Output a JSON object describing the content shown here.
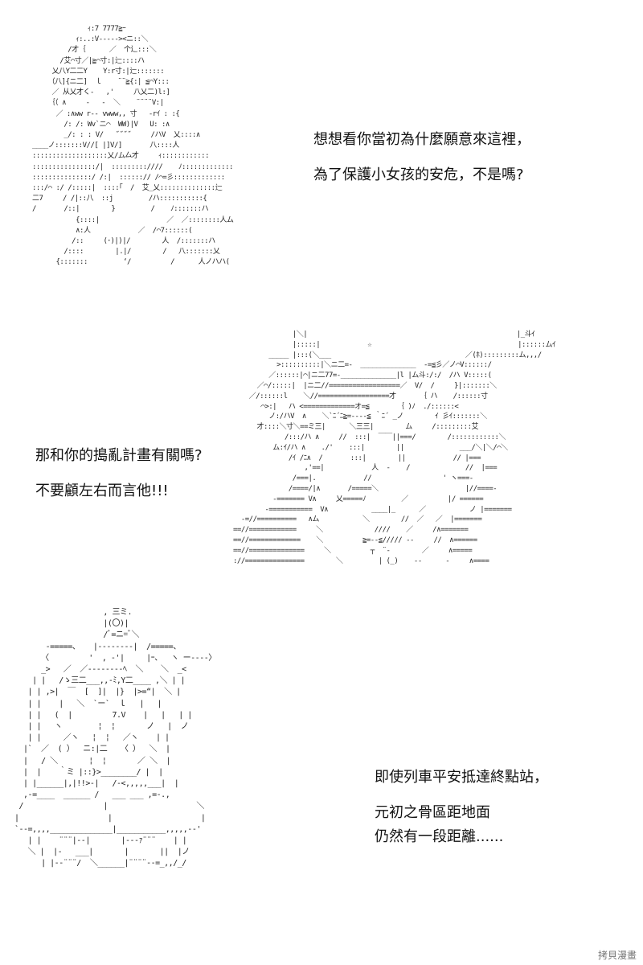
{
  "panels": [
    {
      "ascii_art": "              ｨ:7 7777≧ｰ\n           ｨ:..:V-----><ニ::＼\n         /才｛      ／  个辶:::＼\n       /艾⌒寸／|≧⌒寸:|辷::::ハ\n     乂八Y二二Y    Y:r寸:|辷:::::::\n    （八]{ニ二]  ｌ    ¨¨≧{:| ≦⌒Y:::\n     ／ 从乂才く-   ,'     八乂二)l:]\n    ｛（ ∧     -   -  ＼    ¨¨¨¨V:|\n      ／ :∧ww r-- vwww,, 寸   -rｲ : :{\n        /: /: Wv`ニ⌒  WW)|V   U: :∧\n        _/: : : V/   ˝˝˝˝     /ハV  乂::::∧\n____ノ:::::::V//[ |]V/]       八::::人\n:::::::::::::::::::乂/ム厶才     ｨ::::::::::::\n::::::::::::::::/|  :::::::::////    ﾉ:::::::::::::\n:::::::::::::::/ /:|  ::::::// /⌒=彡:::::::::::::\n:::/⌒ :/ /:::::|  ::::｢  /  艾_乂::::::::::::::辷\n二7     / /|::八  ::j         /ハ:::::::::::{\n/       /::|        }         /    ﾉ:::::::ハ\n           {::::|                 ／  ／::::::::人ム\n           ∧:人            ／  /⌒7::::::(\n          /::     (･)|)|/        人  /:::::::ハ\n        /::::        |.|/        /   八:::::::乂\n      {:::::::         ‘/          /      人ノハハ(",
      "text": []
    },
    {
      "ascii_art": "",
      "text": [
        "想想看你當初為什麼願意來這裡，",
        "為了保護小女孩的安危，不是嗎?"
      ]
    },
    {
      "ascii_art": "               |＼|                                                     |_斗ｲ\n               |:::::|            ☆                                     |::::::ムｲ\n         _____ |:::(＼___                                  ／(ﾎ):::::::::ム,,,/\n           >::::::::::|＼ニ二=-  ______________  -=≦彡／ノ⌒V::::::/\n         ／::::::|⌒|ニ二77=-______________|l |ム斗:/:/  /ハ V:::::(\n      ／⌒/:::::|  |ニ二//==================／  V/  /     }|:::::::＼\n    ／/::::::l    ＼//==================才      ｛ ハ    /::::::寸\n       ⌒>:|   ハ <=============オ=≦       ｛ )ﾉ  ./::::::<\n         ノ:/ハV  ∧    ＼`ﾆ´ﾆ≧=----≦ ｀ﾆ´ _ノ        ｲ 彡ｲ:::::::＼\n      才::::＼寸＼==ミ三|      ＼三三|        ム     /:::::::::艾\n             /:::/ハ ∧     //  :::|  ￣￣||===/        /::::::::::::＼\n          ム:ｲ/ハ ∧    ./'    :::|        ||              ___/＼|＼/⌒＼\n              /ｲ /ﾆ∧  /       :::|        ||            // |===\n                  ,'==|            人  -    /              //  |===\n               /===|.            //                  ' ヽ===-\n              /====/|∧       /=====＼                      |//====-\n          -======= V∧     乂=====ﾉ         ／          |/ ======\n        -===========  V∧           ____|_      ／           ノ |=======\n  -=//==========   ∧ム           ＼        //  ／   ／  |=======\n==//============     ＼             ////    ／     /∧=======\n==//=============    ＼          ≧=--≦///// --     //  ∧======\n==//==============     ＼          ┬  ¨‐        ／     ∧=====\n://===============        ＼         | (_)    --      -     ∧===="
    },
    {
      "ascii_art": "",
      "text": [
        "那和你的搗亂計畫有關嗎?",
        "不要顧左右而言他!!!"
      ]
    },
    {
      "ascii_art": "                    , 三ミ.\n                    |(〇)|\n                    /ﾞ=ニ=ﾞ＼\n       -=====、   |--------|  /=====、\n      〈         '  , -'|     |ｰ、  ヽ ー----〉\n      _>   ／  ／--------ﾍ  ＼    ＼  _<\n    | |   /ゝ三二___,,-ﾐ,Y二____ ,＼ | |\n   | | ,>|  ￣  [  ]|  |}  |>=“|  ＼ |\n   | |    |   ＼  `ー`  ｌ   |   |\n   | |   (  |         7.V    |   |   | |\n   | |   ヽ        ¦  ¦       ノ   |  ノ\n   | |     ／ヽ   ¦  ¦   ／ヽ    | |\n  |`  ／  ( ）  ニ:|二   〈 ）  ＼  |\n  |   / ＼       ¦  ¦       ／ ＼  |\n  |  |    ｀ミ |::}>________/ |  |\n  | |______|,|!!>-|   /-<,,,,,___|  |\n  ,-=____  ______ /   ___ ___ ,=-.,\n /                  |                    ＼\n|                    |                    |\n`--=,,,,______________|___________,,,,,--'\n   | |    ¨¨¨|--|       |---ｧ¨¨¨    | |\n   ＼ |  |-   ___|       |       ||  |ノ\n      | |--¨¨¨/  ＼______|¨¨¨¨--=_,,/_/"
    },
    {
      "ascii_art": "",
      "text": [
        "即使列車平安抵達終點站，",
        "元初之骨區距地面",
        "仍然有一段距離......"
      ]
    }
  ],
  "watermark": "拷貝漫畫"
}
